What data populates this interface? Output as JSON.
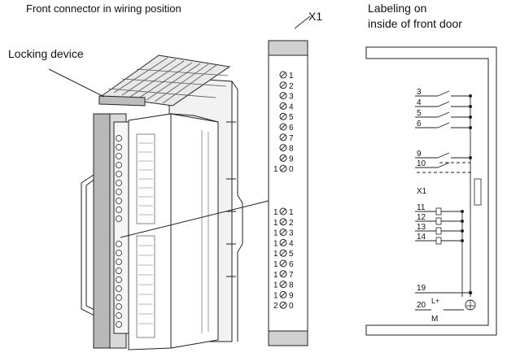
{
  "titles": {
    "left": "Front connector in wiring position",
    "right_line1": "Labeling on",
    "right_line2": "inside of front door",
    "locking": "Locking device",
    "x1": "X1"
  },
  "terminal_strip": {
    "upper": [
      "1",
      "2",
      "3",
      "4",
      "5",
      "6",
      "7",
      "8",
      "9",
      "1 0"
    ],
    "lower": [
      "1 1",
      "1 2",
      "1 3",
      "1 4",
      "1 5",
      "1 6",
      "1 7",
      "1 8",
      "1 9",
      "2 0"
    ]
  },
  "door_label": {
    "switch_numbers": [
      "3",
      "4",
      "5",
      "6",
      "9",
      "10"
    ],
    "x1": "X1",
    "output_numbers": [
      "11",
      "12",
      "13",
      "14"
    ],
    "bottom_numbers": [
      "19",
      "20"
    ],
    "l_plus": "L+",
    "m": "M"
  }
}
